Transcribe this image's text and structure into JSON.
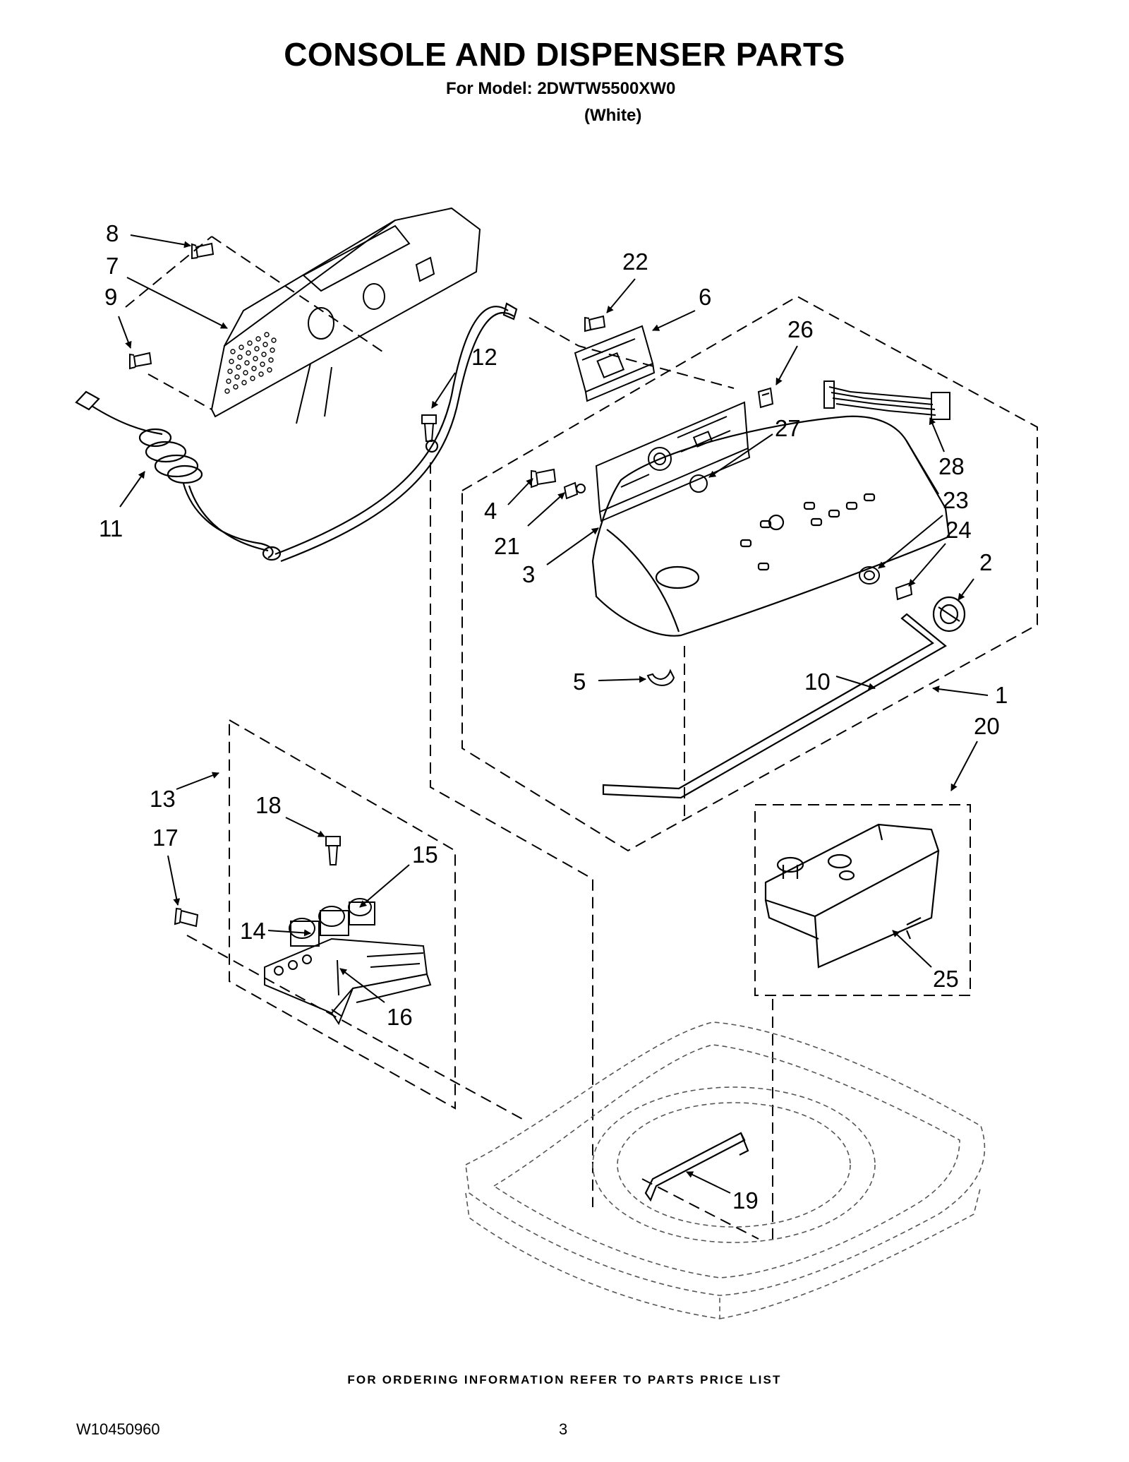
{
  "header": {
    "title": "CONSOLE AND DISPENSER PARTS",
    "model_line": "For Model: 2DWTW5500XW0",
    "color_line": "(White)"
  },
  "diagram": {
    "callouts": [
      "1",
      "2",
      "3",
      "4",
      "5",
      "6",
      "7",
      "8",
      "9",
      "10",
      "11",
      "12",
      "13",
      "14",
      "15",
      "16",
      "17",
      "18",
      "19",
      "20",
      "21",
      "22",
      "23",
      "24",
      "25",
      "26",
      "27",
      "28"
    ]
  },
  "footer": {
    "ordering_note": "FOR ORDERING INFORMATION REFER TO PARTS PRICE LIST",
    "document_number": "W10450960",
    "page_number": "3"
  }
}
